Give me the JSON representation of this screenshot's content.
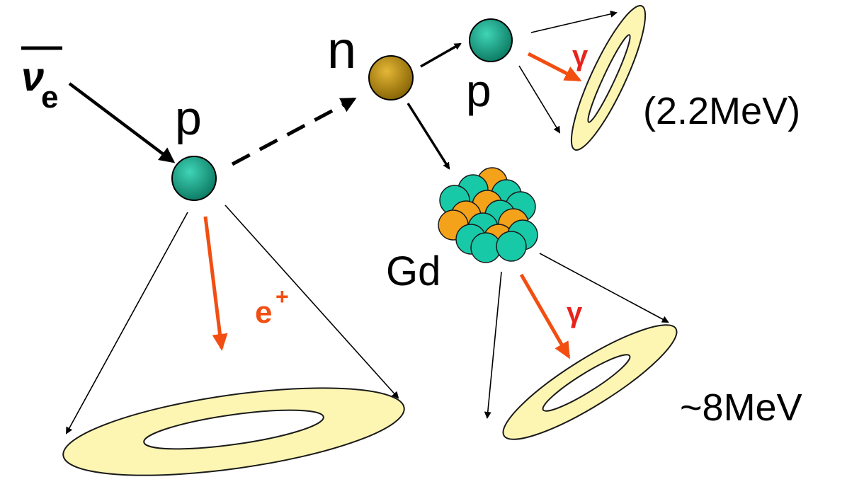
{
  "labels": {
    "antineutrino_symbol": "ν",
    "antineutrino_subscript": "e",
    "proton_1": "p",
    "neutron": "n",
    "proton_2": "p",
    "positron_symbol": "e",
    "positron_charge": "+",
    "gamma_capture_h": "γ",
    "gamma_capture_gd": "γ",
    "gadolinium": "Gd",
    "energy_h": "(2.2MeV)",
    "energy_gd": "~8MeV"
  },
  "colors": {
    "proton": "#1a9e84",
    "neutron": "#b58a0c",
    "gd_teal": "#18c9a8",
    "gd_orange": "#f3a21a",
    "ring_fill": "#fdf6b3",
    "ring_stroke": "#1a1a1a",
    "gamma_arrow": "#f24e12",
    "gamma_label": "#e8231c",
    "positron_label": "#f24e12",
    "black_arrow": "#000000"
  }
}
